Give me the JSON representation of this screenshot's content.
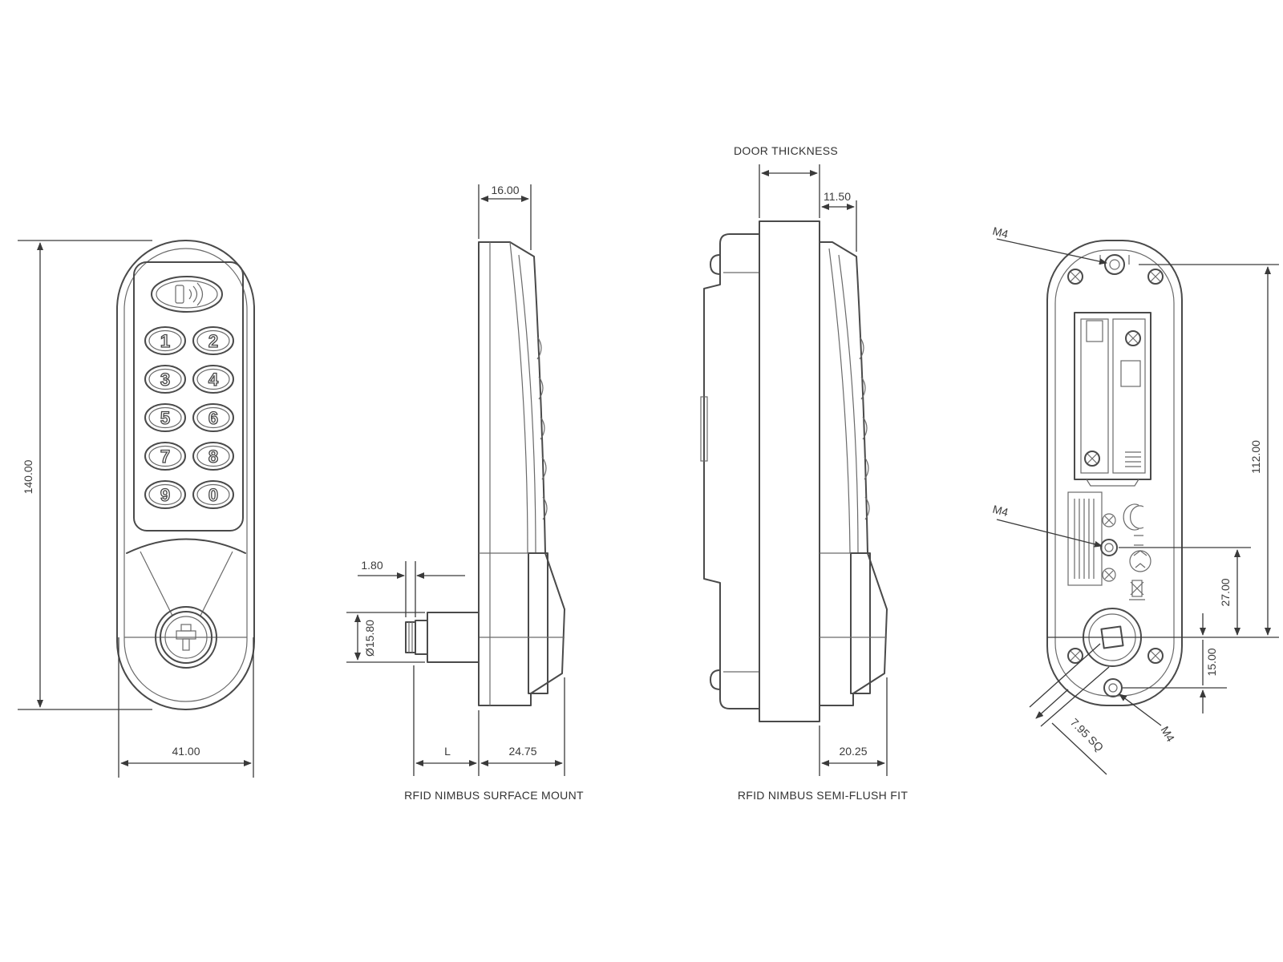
{
  "dimensions": {
    "height": "140.00",
    "width": "41.00",
    "depth_top": "16.00",
    "tail_thickness": "1.80",
    "cam_diameter": "Ø15.80",
    "length_l": "L",
    "depth_bottom": "24.75",
    "door_thickness": "DOOR THICKNESS",
    "flush_top": "11.50",
    "flush_bottom": "20.25",
    "hole_spacing": "112.00",
    "screw_offset": "27.00",
    "cam_offset": "15.00",
    "square": "7.95 SQ",
    "screw_top": "M4",
    "screw_mid": "M4",
    "screw_bottom": "M4"
  },
  "captions": {
    "surface_mount": "RFID NIMBUS SURFACE MOUNT",
    "semi_flush": "RFID NIMBUS SEMI-FLUSH FIT"
  },
  "keypad": {
    "keys": [
      "1",
      "2",
      "3",
      "4",
      "5",
      "6",
      "7",
      "8",
      "9",
      "0"
    ]
  }
}
